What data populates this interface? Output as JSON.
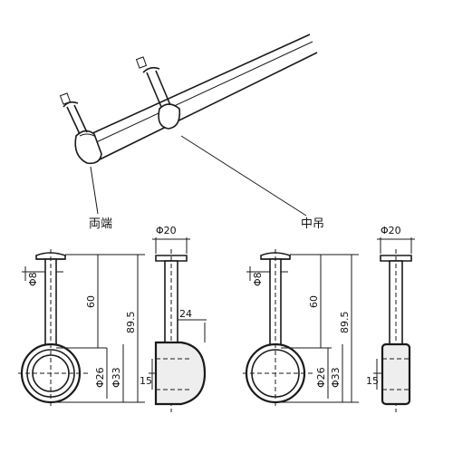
{
  "labels": {
    "end_bracket": "両端",
    "center_bracket": "中吊"
  },
  "dimensions": {
    "rod_top_diameter": "Φ20",
    "rod_diameter": "Φ8",
    "stem_length": "60",
    "total_height": "89.5",
    "ring_inner_diameter": "Φ26",
    "ring_outer_diameter": "Φ33",
    "cap_width": "24",
    "side_offset": "15"
  }
}
